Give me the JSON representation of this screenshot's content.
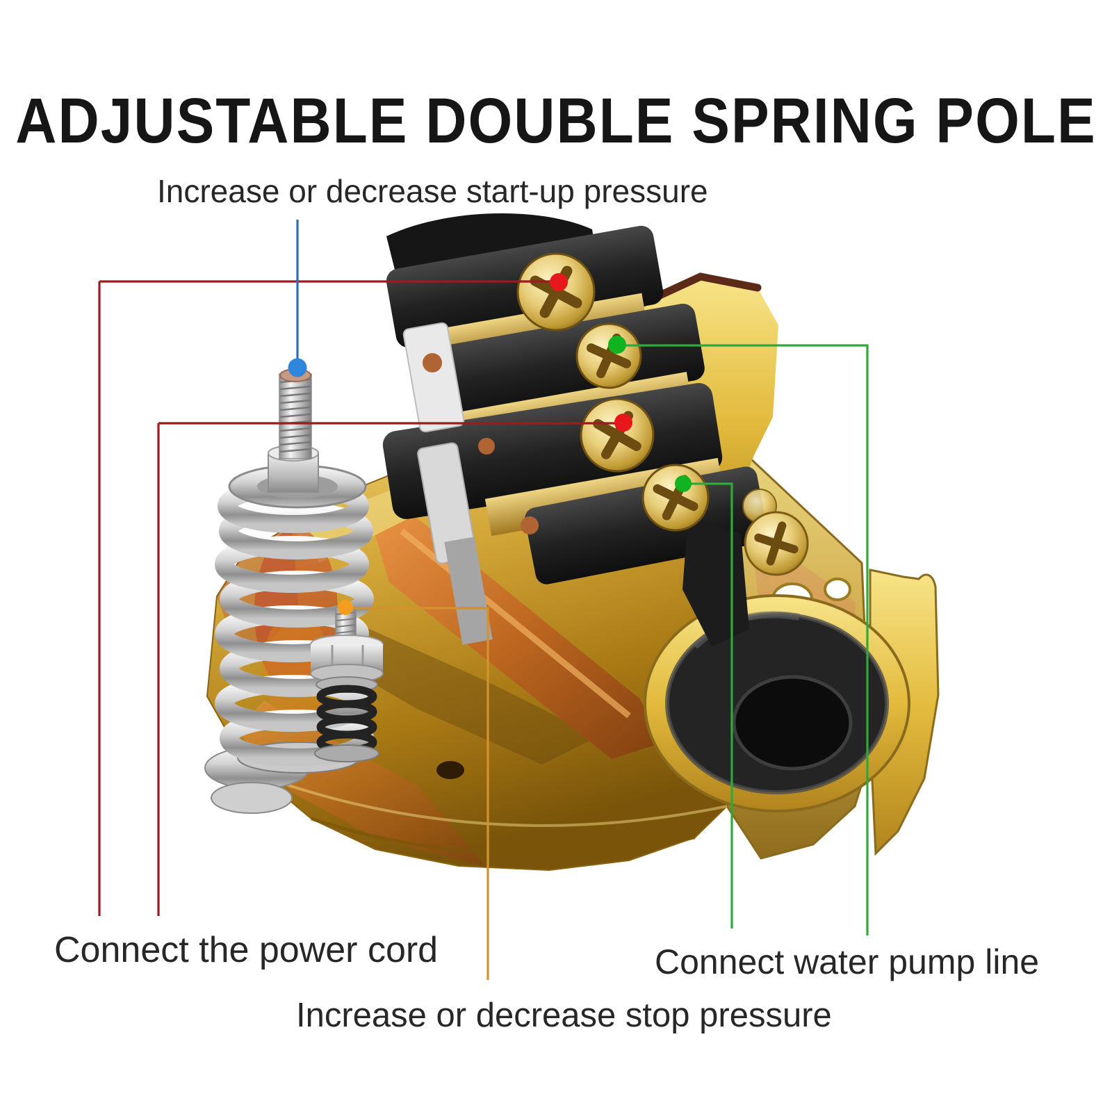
{
  "title": {
    "text": "ADJUSTABLE DOUBLE SPRING POLE"
  },
  "annotations": {
    "startup_pressure": {
      "label": "Increase or decrease start-up pressure",
      "line_color": "#2a6db5",
      "dot_color": "#2e86dd"
    },
    "power_cord": {
      "label": "Connect the power cord",
      "line_color": "#9d1b1f",
      "dot_color": "#e6181c"
    },
    "water_pump": {
      "label": "Connect water pump line",
      "line_color": "#2daa3c",
      "dot_color": "#12b320"
    },
    "stop_pressure": {
      "label": "Increase or decrease stop pressure",
      "line_color": "#d3922d",
      "dot_color": "#f59d1f"
    }
  },
  "device_palette": {
    "base_gold": "#c79a2b",
    "bright_gold_bracket": "#e2ba3c",
    "copper_shadow": "#bd6620",
    "terminal_block_black": "#1e1e1e",
    "brass_screw": "#e9cf7c",
    "chrome_spring": "#d8d8d8",
    "small_spring_black": "#232323",
    "rubber_grommet": "#242424",
    "background": "#ffffff"
  }
}
